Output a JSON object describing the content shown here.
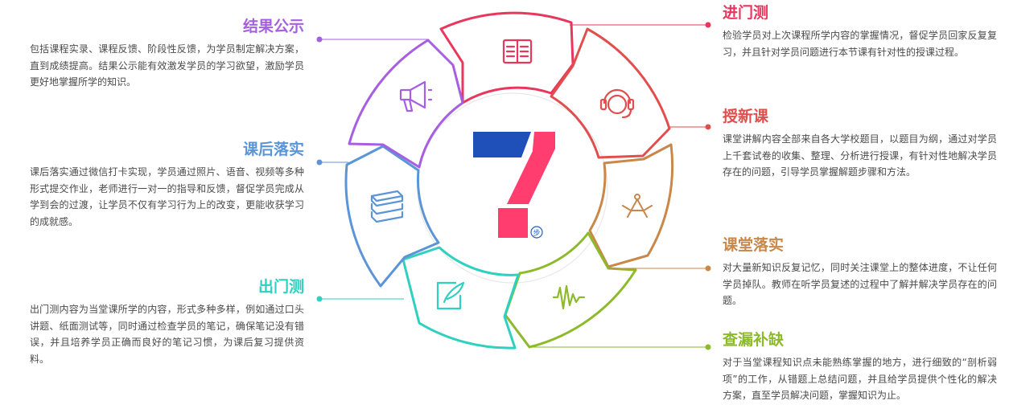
{
  "center_logo": {
    "badge_text": "步"
  },
  "steps": [
    {
      "id": "jinmence",
      "title": "进门测",
      "color": "#e8365d",
      "icon": "book-icon",
      "desc": "检验学员对上次课程所学内容的掌握情况，督促学员回家反复复习，并且针对学员问题进行本节课有针对性的授课过程。"
    },
    {
      "id": "shouxinke",
      "title": "授新课",
      "color": "#e04e4e",
      "icon": "headset-icon",
      "desc": "课堂讲解内容全部来自各大学校题目，以题目为纲，通过对学员上千套试卷的收集、整理、分析进行授课，有针对性地解决学员存在的问题，引导学员掌握解题步骤和方法。"
    },
    {
      "id": "ketangluoshi",
      "title": "课堂落实",
      "color": "#c9874a",
      "icon": "compass-icon",
      "desc": "对大量新知识反复记忆，同时关注课堂上的整体进度，不让任何学员掉队。教师在听学员复述的过程中了解并解决学员存在的问题。"
    },
    {
      "id": "chaloubuque",
      "title": "查漏补缺",
      "color": "#8cba2a",
      "icon": "waveform-icon",
      "desc": "对于当堂课程知识点未能熟练掌握的地方，进行细致的“剖析弱项”的工作，从错题上总结问题，并且给学员提供个性化的解决方案，直至学员解决问题，掌握知识为止。"
    },
    {
      "id": "chumence",
      "title": "出门测",
      "color": "#2ed0bf",
      "icon": "note-edit-icon",
      "desc": "出门测内容为当堂课所学的内容，形式多种多样，例如通过口头讲题、纸面测试等，同时通过检查学员的笔记，确保笔记没有错误，并且培养学员正确而良好的笔记习惯，为课后复习提供资料。"
    },
    {
      "id": "kehouluoshi",
      "title": "课后落实",
      "color": "#5b95d8",
      "icon": "book-stack-icon",
      "desc": "课后落实通过微信打卡实现，学员通过照片、语音、视频等多种形式提交作业，老师进行一对一的指导和反馈，督促学员完成从学到会的过渡，让学员不仅有学习行为上的改变，更能收获学习的成就感。"
    },
    {
      "id": "jieguogongshi",
      "title": "结果公示",
      "color": "#a65fe0",
      "icon": "megaphone-icon",
      "desc": "包括课程实录、课程反馈、阶段性反馈，为学员制定解决方案，直到成绩提高。结果公示能有效激发学员的学习欲望，激励学员更好地掌握所学的知识。"
    }
  ]
}
